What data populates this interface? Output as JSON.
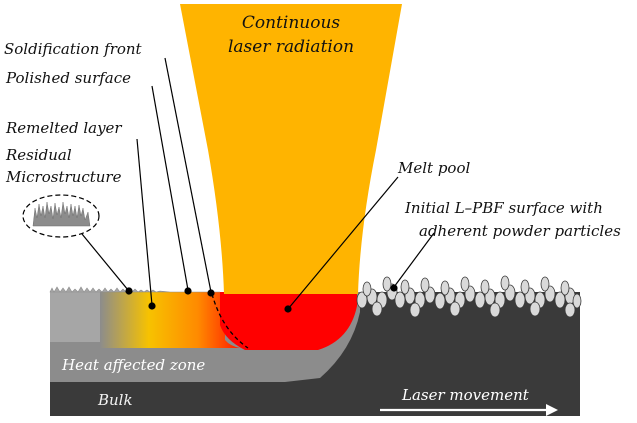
{
  "labels": {
    "beam": [
      "Continuous",
      "laser radiation"
    ],
    "solidification_front": "Soldification front",
    "polished_surface": "Polished surface",
    "remelted_layer": "Remelted layer",
    "residual": [
      "Residual",
      "Microstructure"
    ],
    "melt_pool": "Melt pool",
    "initial_surface": [
      "Initial L–PBF surface with",
      "adherent powder particles"
    ],
    "heat_affected_zone": "Heat affected zone",
    "bulk": "Bulk",
    "laser_movement": "Laser movement"
  },
  "colors": {
    "beam": "#ffb400",
    "melt_pool": "#ff0000",
    "bulk": "#3a3a3a",
    "heat_affected_zone": "#8c8c8c",
    "polished": "#a6a6a6"
  }
}
